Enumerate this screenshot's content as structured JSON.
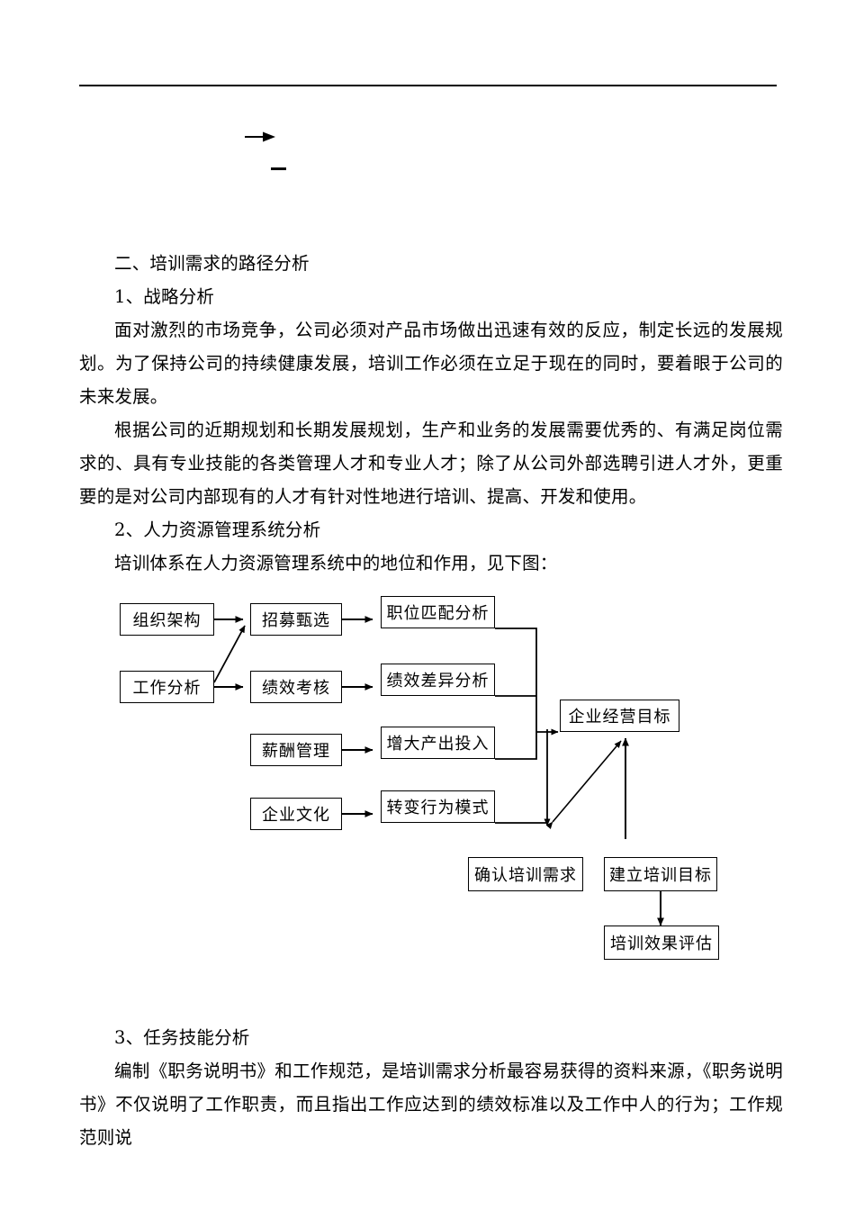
{
  "document": {
    "headings": {
      "section_2": "二、培训需求的路径分析",
      "sub_1": "1、战略分析",
      "sub_2": "2、人力资源管理系统分析",
      "sub_3": "3、任务技能分析"
    },
    "paragraphs": {
      "p1": "面对激烈的市场竞争，公司必须对产品市场做出迅速有效的反应，制定长远的发展规划。为了保持公司的持续健康发展，培训工作必须在立足于现在的同时，要着眼于公司的未来发展。",
      "p2": "根据公司的近期规划和长期发展规划，生产和业务的发展需要优秀的、有满足岗位需求的、具有专业技能的各类管理人才和专业人才；除了从公司外部选聘引进人才外，更重要的是对公司内部现有的人才有针对性地进行培训、提高、开发和使用。",
      "p3": "培训体系在人力资源管理系统中的地位和作用，见下图：",
      "p4": "编制《职务说明书》和工作规范，是培训需求分析最容易获得的资料来源，《职务说明书》不仅说明了工作职责，而且指出工作应达到的绩效标准以及工作中人的行为；工作规范则说"
    }
  },
  "chart_data": {
    "type": "diagram",
    "title": "培训体系在人力资源管理系统中的地位和作用",
    "nodes": [
      {
        "id": "n1",
        "label": "组织架构",
        "col": 1,
        "row": 1
      },
      {
        "id": "n2",
        "label": "招募甄选",
        "col": 2,
        "row": 1
      },
      {
        "id": "n3",
        "label": "职位匹配分析",
        "col": 3,
        "row": 1
      },
      {
        "id": "n4",
        "label": "工作分析",
        "col": 1,
        "row": 2
      },
      {
        "id": "n5",
        "label": "绩效考核",
        "col": 2,
        "row": 2
      },
      {
        "id": "n6",
        "label": "绩效差异分析",
        "col": 3,
        "row": 2
      },
      {
        "id": "n7",
        "label": "薪酬管理",
        "col": 2,
        "row": 3
      },
      {
        "id": "n8",
        "label": "增大产出投入",
        "col": 3,
        "row": 3
      },
      {
        "id": "n9",
        "label": "企业文化",
        "col": 2,
        "row": 4
      },
      {
        "id": "n10",
        "label": "转变行为模式",
        "col": 3,
        "row": 4
      },
      {
        "id": "n11",
        "label": "企业经营目标",
        "col": 4,
        "row": 3
      },
      {
        "id": "n12",
        "label": "确认培训需求",
        "col": 3,
        "row": 5
      },
      {
        "id": "n13",
        "label": "建立培训目标",
        "col": 4,
        "row": 5
      },
      {
        "id": "n14",
        "label": "培训效果评估",
        "col": 4,
        "row": 6
      }
    ],
    "edges": [
      {
        "from": "n1",
        "to": "n2",
        "style": "arrow"
      },
      {
        "from": "n4",
        "to": "n2",
        "style": "diagonal-arrow"
      },
      {
        "from": "n4",
        "to": "n5",
        "style": "arrow"
      },
      {
        "from": "n2",
        "to": "n3",
        "style": "arrow"
      },
      {
        "from": "n5",
        "to": "n6",
        "style": "arrow"
      },
      {
        "from": "n7",
        "to": "n8",
        "style": "arrow"
      },
      {
        "from": "n9",
        "to": "n10",
        "style": "arrow"
      },
      {
        "from": "n3",
        "to": "n11",
        "style": "bus-arrow"
      },
      {
        "from": "n6",
        "to": "n11",
        "style": "bus-arrow"
      },
      {
        "from": "n8",
        "to": "n11",
        "style": "bus-arrow"
      },
      {
        "from": "n10",
        "to": "junction",
        "style": "bus-down-arrow"
      },
      {
        "from": "junction",
        "to": "n11",
        "style": "double-diagonal-arrow"
      },
      {
        "from": "n13",
        "to": "n11",
        "style": "up-arrow"
      },
      {
        "from": "n13",
        "to": "n14",
        "style": "arrow-down"
      }
    ]
  }
}
